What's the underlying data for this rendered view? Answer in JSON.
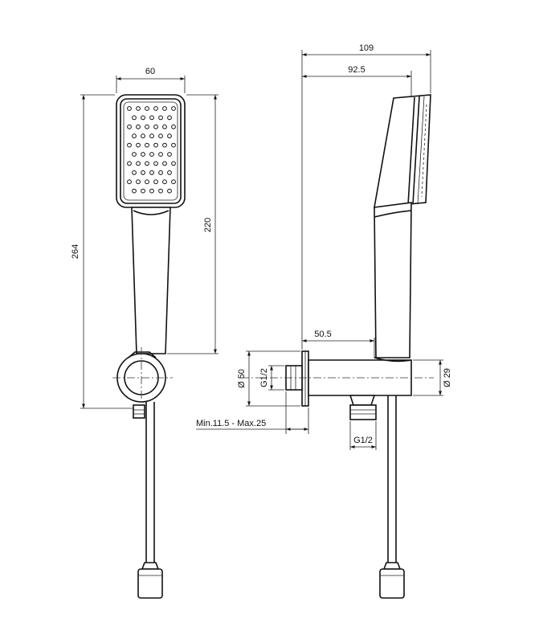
{
  "dimensions": {
    "width_front": "60",
    "height_total": "264",
    "height_handle": "220",
    "depth_total": "109",
    "depth_head": "92.5",
    "arm_length": "50.5",
    "diameter_flange": "Ø 50",
    "thread_inlet": "G1/2",
    "diameter_holder": "Ø 29",
    "wall_adjust": "Min.11.5 - Max.25",
    "thread_outlet": "G1/2"
  }
}
